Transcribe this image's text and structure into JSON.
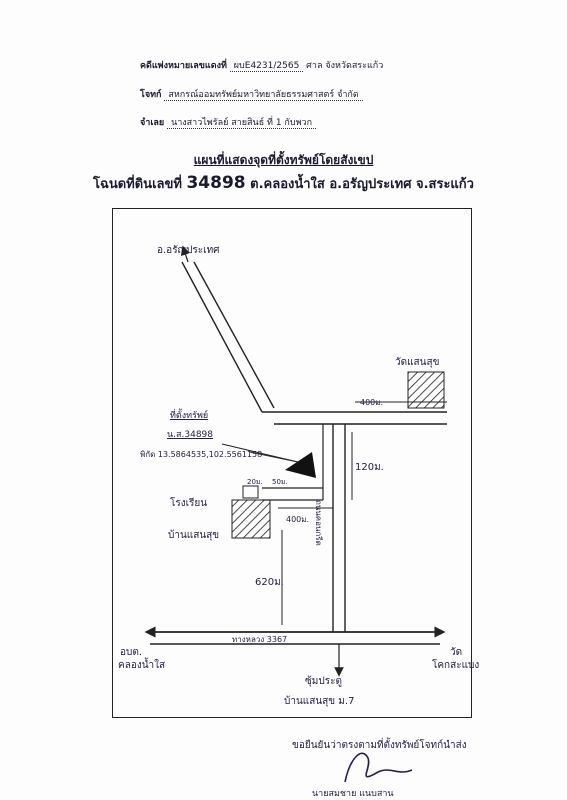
{
  "header": {
    "case_label": "คดีแพ่งหมายเลขแดงที่",
    "case_value": "ผบE4231/2565",
    "court": "ศาล จังหวัดสระแก้ว",
    "plaintiff_label": "โจทก์",
    "plaintiff_value": "สหกรณ์ออมทรัพย์มหาวิทยาลัยธรรมศาสตร์ จำกัด",
    "defendant_label": "จำเลย",
    "defendant_value": "นางสาวไพรัลย์ สายสินธ์ ที่ 1 กับพวก"
  },
  "title": {
    "line1": "แผนที่แสดงจุดที่ตั้งทรัพย์โดยสังเขป",
    "deed_prefix": "โฉนดที่ดินเลขที่",
    "deed_number": "34898",
    "location": "ต.คลองน้ำใส อ.อรัญประเทศ จ.สระแก้ว"
  },
  "map": {
    "to_aranyaprathet": "อ.อรัญประเทศ",
    "temple_top": "วัดแสนสุข",
    "dist_400_top": "400ม.",
    "dist_120": "120ม.",
    "property_label": "ที่ตั้งทรัพย์",
    "property_deed": "น.ส.34898",
    "coords": "พิกัด 13.5864535,102.5561158",
    "dist_50": "50ม.",
    "dist_20": "20ม.",
    "school_line1": "โรงเรียน",
    "school_line2": "บ้านแสนสุข",
    "dist_400_mid": "400ม.",
    "road_vertical": "ถนนคอนกรีต",
    "dist_620": "620ม.",
    "highway": "ทางหลวง 3367",
    "left_label1": "อบต.",
    "left_label2": "คลองน้ำใส",
    "right_label1": "วัด",
    "right_label2": "โคกสะแบง",
    "village_line1": "ซุ้มประตู",
    "village_line2": "บ้านแสนสุข ม.7"
  },
  "footer": {
    "certify": "ขอยืนยันว่าตรงตามที่ตั้งทรัพย์โจทก์นำส่ง",
    "signer": "นายสมชาย แนบสาน"
  },
  "colors": {
    "ink": "#1a1a2e",
    "pen": "#222244"
  }
}
